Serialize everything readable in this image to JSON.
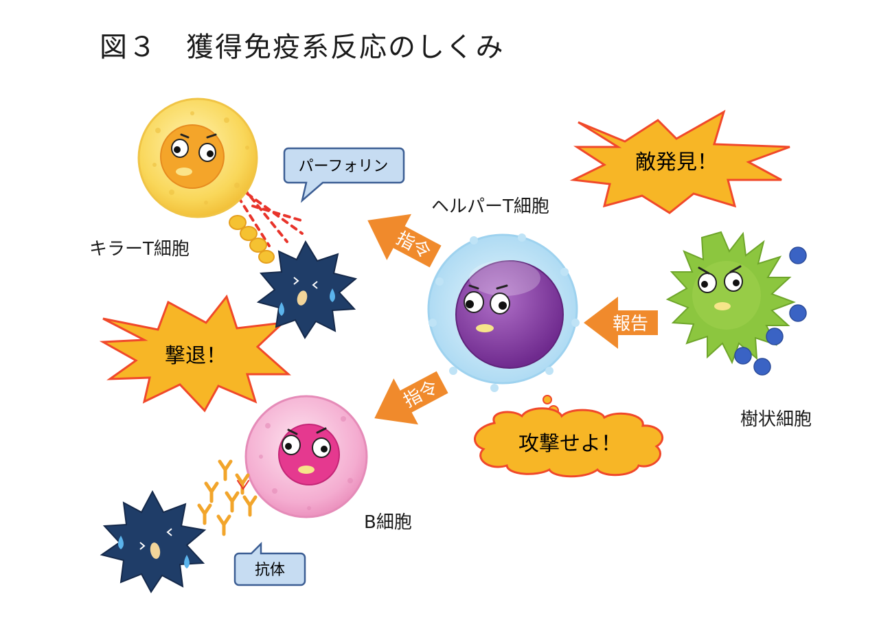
{
  "figure": {
    "title": "図３　獲得免疫系反応のしくみ"
  },
  "cells": {
    "killer_t": "キラーT細胞",
    "helper_t": "ヘルパーT細胞",
    "dendritic": "樹状細胞",
    "b_cell": "B細胞"
  },
  "speech": {
    "perforin": "パーフォリン",
    "antibody": "抗体"
  },
  "bursts": {
    "enemy_found": "敵発見！",
    "repelled": "撃退！"
  },
  "cloud": {
    "attack": "攻撃せよ！"
  },
  "arrows": {
    "report": "報告",
    "command_upper": "指令",
    "command_lower": "指令"
  },
  "colors": {
    "arrow": "#f08a2c",
    "burst_fill": "#f7b626",
    "burst_stroke": "#f0482a",
    "bubble_fill": "#c6dcf2",
    "bubble_stroke": "#3b5d93",
    "killer_cell": "#f9d75a",
    "helper_outer": "#bfe3f6",
    "helper_inner": "#8a3fa6",
    "dendritic": "#8cc63f",
    "b_cell": "#f2a6c9",
    "virus": "#1f3d68",
    "antibody": "#f2a52b"
  }
}
